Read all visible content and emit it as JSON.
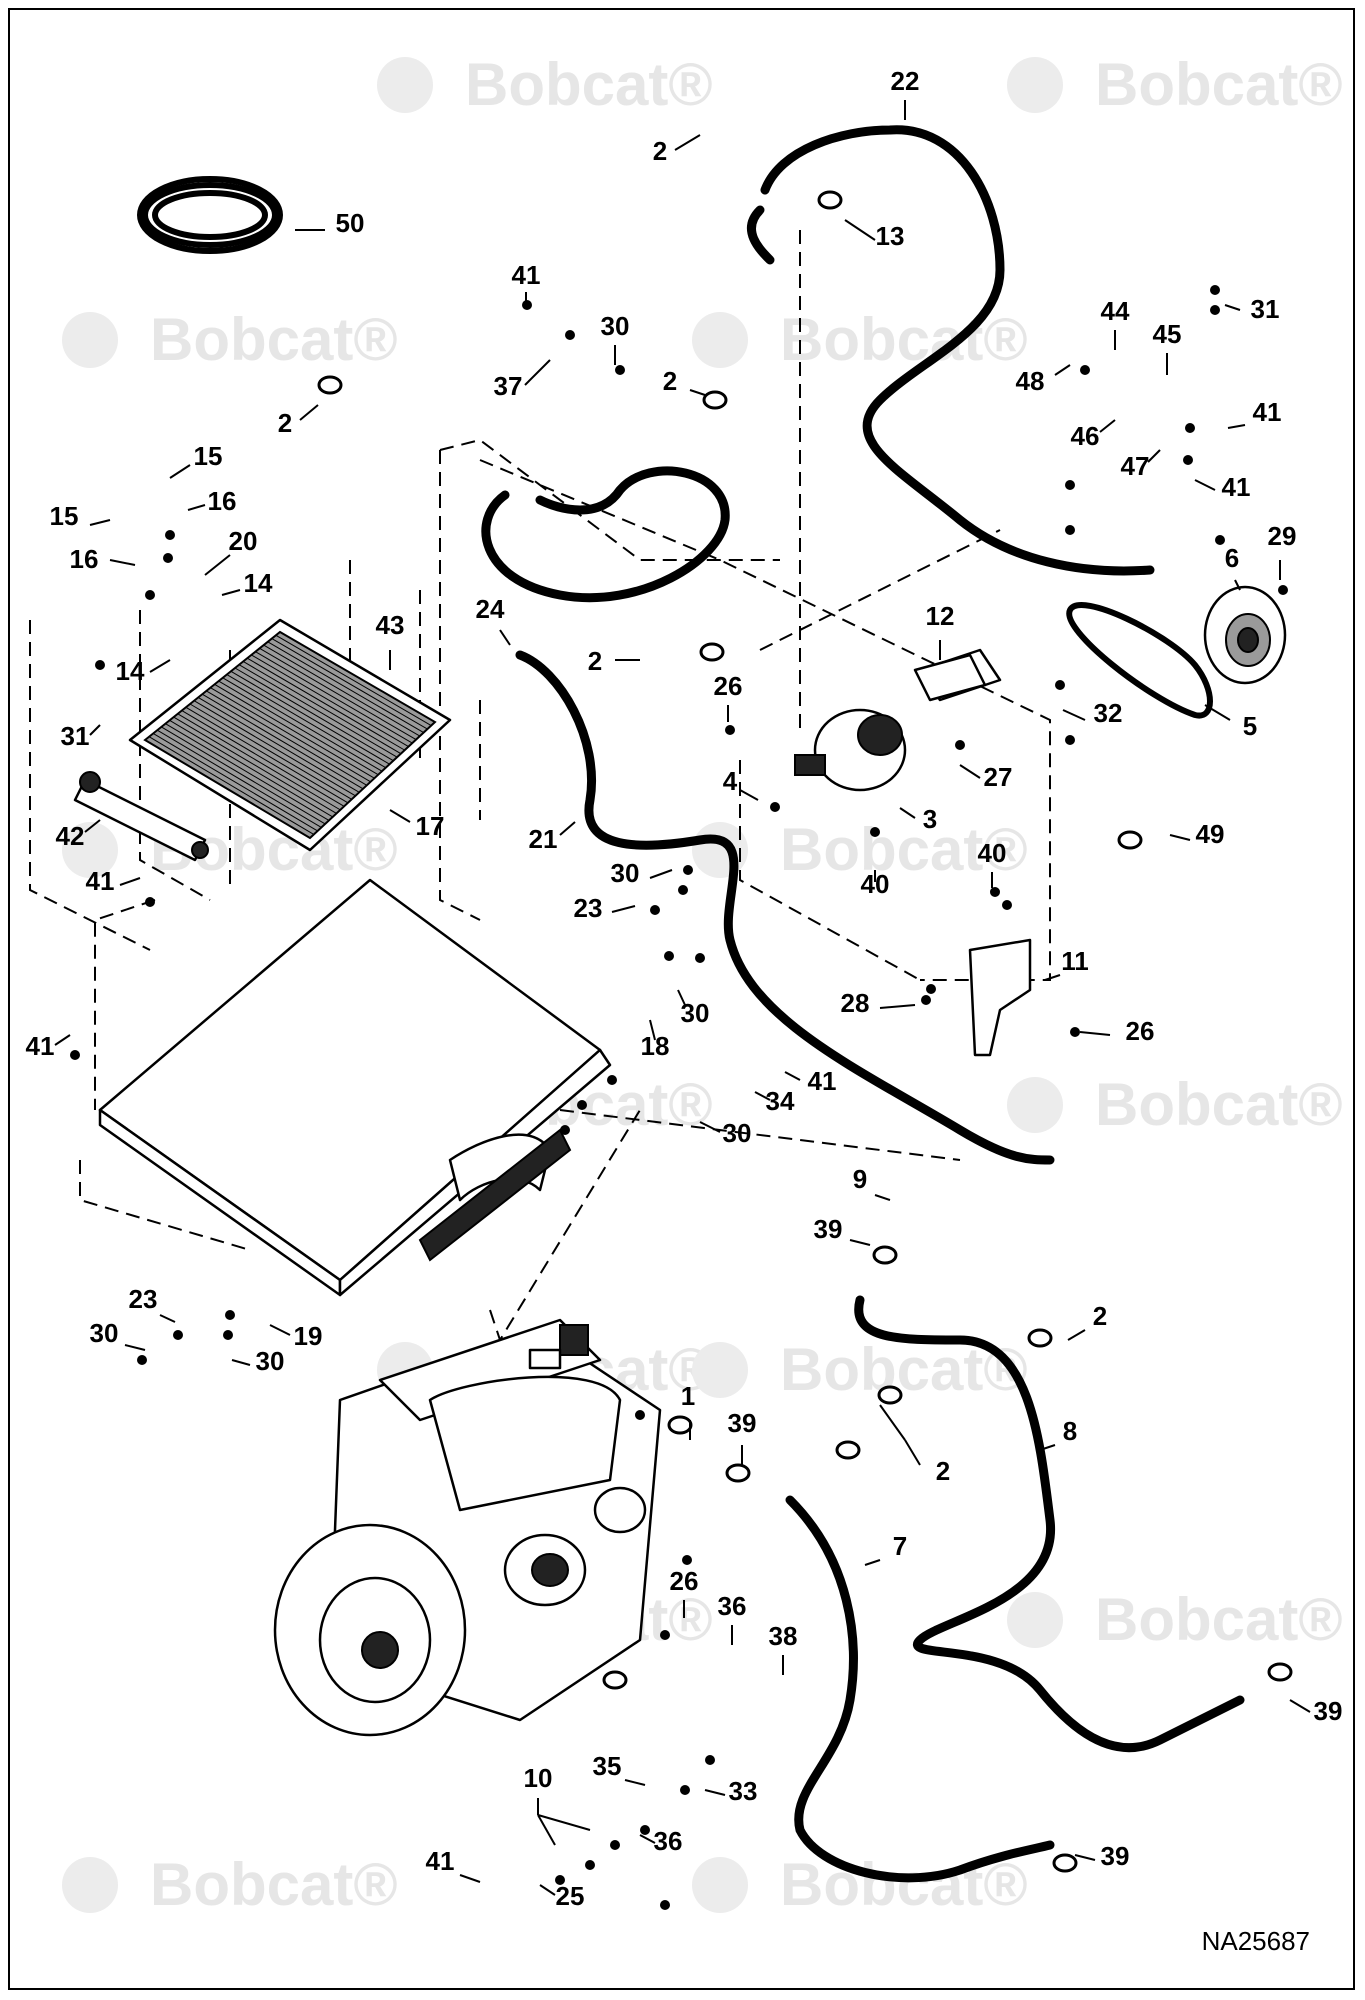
{
  "diagram": {
    "drawing_code": "NA25687",
    "watermark_text": "Bobcat",
    "watermark_mark": "®",
    "callouts": [
      "1",
      "2",
      "3",
      "4",
      "5",
      "6",
      "7",
      "8",
      "9",
      "10",
      "11",
      "12",
      "13",
      "14",
      "15",
      "16",
      "17",
      "18",
      "19",
      "20",
      "21",
      "22",
      "23",
      "24",
      "25",
      "26",
      "27",
      "28",
      "29",
      "30",
      "31",
      "32",
      "33",
      "34",
      "35",
      "36",
      "37",
      "38",
      "39",
      "40",
      "41",
      "42",
      "43",
      "44",
      "45",
      "46",
      "47",
      "48",
      "49",
      "50"
    ]
  },
  "colors": {
    "ink": "#000000",
    "watermark": "#e6e6e6",
    "background": "#ffffff"
  },
  "icons": [
    "bobcat-logo-watermark-icon"
  ]
}
